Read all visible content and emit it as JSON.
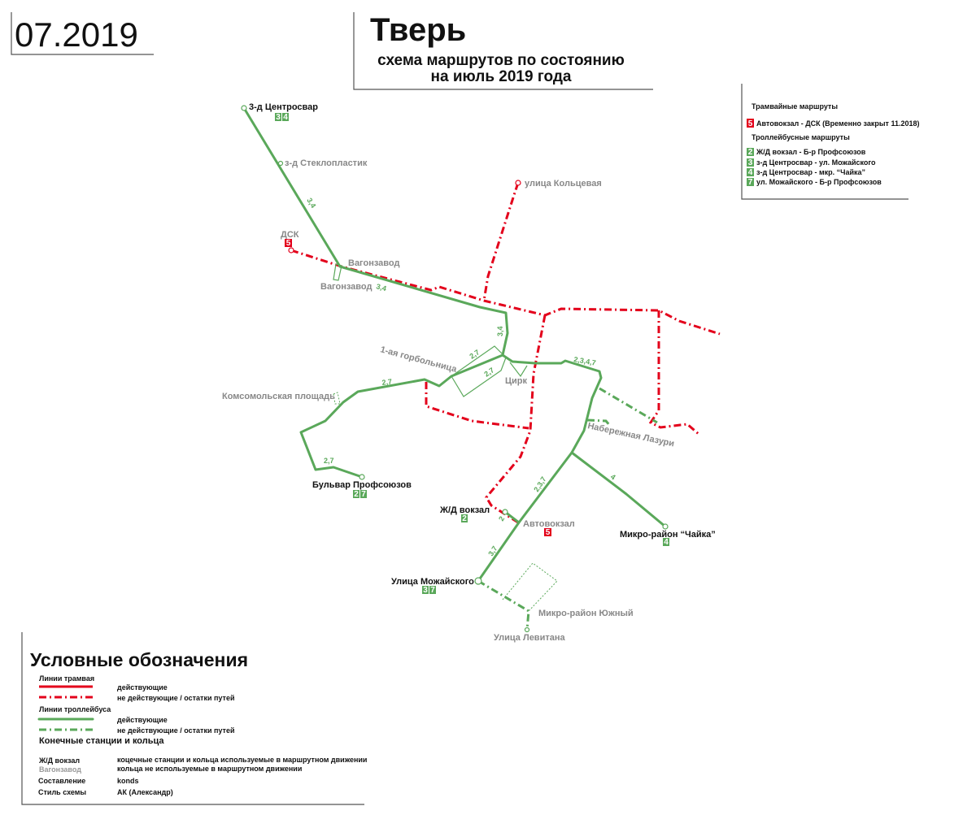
{
  "header": {
    "date": "07.2019",
    "city": "Тверь",
    "subtitle1": "схема маршрутов по состоянию",
    "subtitle2": "на июль 2019 года"
  },
  "routes_legend": {
    "tram_heading": "Трамвайные маршруты",
    "tram": [
      {
        "num": "5",
        "desc": "Автовокзал - ДСК (Временно закрыт 11.2018)"
      }
    ],
    "trolley_heading": "Троллейбусные маршруты",
    "trolley": [
      {
        "num": "2",
        "desc": "Ж/Д вокзал - Б-р Профсоюзов"
      },
      {
        "num": "3",
        "desc": "з-д Центросвар - ул. Можайского"
      },
      {
        "num": "4",
        "desc": "з-д Центросвар - мкр. “Чайка”"
      },
      {
        "num": "7",
        "desc": "ул. Можайского - Б-р Профсоюзов"
      }
    ]
  },
  "stations": {
    "centrosvar": "3-д Центросвар",
    "steklo": "з-д Стеклопластик",
    "dsk": "ДСК",
    "koltsevaya": "улица Кольцевая",
    "vagon1": "Вагонзавод",
    "vagon2": "Вагонзавод",
    "gorb": "1-ая горбольница",
    "cirk": "Цирк",
    "komsom": "Комсомольская площадь",
    "bulvar": "Бульвар Профсоюзов",
    "naber": "Набережная Лазури",
    "zhd": "Ж/Д вокзал",
    "avto": "Автовокзал",
    "chaika": "Микро-район “Чайка”",
    "mozh": "Улица Можайского",
    "yuzhny": "Микро-район Южный",
    "levitana": "Улица Левитана"
  },
  "badges": {
    "n2": "2",
    "n3": "3",
    "n4": "4",
    "n5": "5",
    "n7": "7"
  },
  "route_labels": {
    "a": "3,4",
    "b": "3,4",
    "c": "3,4",
    "d": "2,7",
    "e": "2,7",
    "f": "2,7",
    "g": "2,3,4,7",
    "h": "2,7",
    "i": "2,3,7",
    "j": "2",
    "k": "3,7",
    "l": "4"
  },
  "legend": {
    "title": "Условные обозначения",
    "tram_lines": "Линии трамвая",
    "active": "действующие",
    "inactive": "не действующие / остатки путей",
    "trolley_lines": "Линии троллейбуса",
    "active2": "действующие",
    "inactive2": "не действующие / остатки путей",
    "terminals": "Конечные станции и кольца",
    "ex_used": "Ж/Д вокзал",
    "used_desc": "коцечные станции и кольца используемые в маршрутном движении",
    "ex_unused": "Вагонзавод",
    "unused_desc": "кольца не используемые в маршрутном движении",
    "author_label": "Составление",
    "author": "konds",
    "style_label": "Стиль схемы",
    "style": "АК (Александр)"
  },
  "colors": {
    "tram": "#e3001b",
    "trolley": "#5aa85a"
  }
}
